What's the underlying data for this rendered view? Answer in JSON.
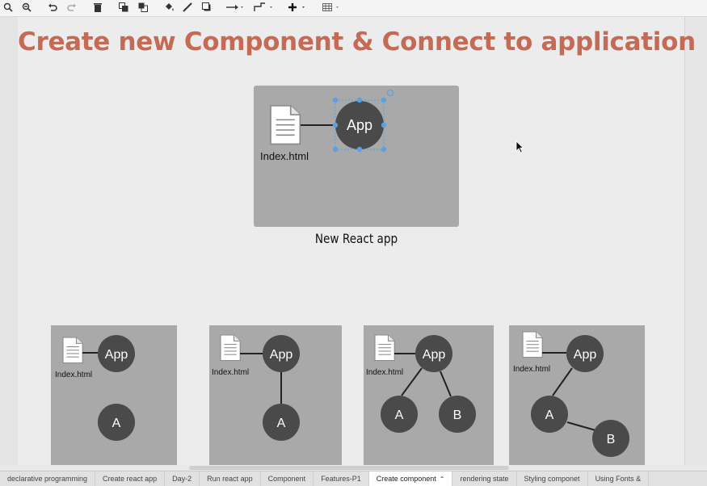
{
  "toolbar": {
    "tools": [
      {
        "name": "zoom-in-icon"
      },
      {
        "name": "zoom-out-icon"
      },
      {
        "name": "undo-icon"
      },
      {
        "name": "redo-icon"
      },
      {
        "name": "delete-icon"
      },
      {
        "name": "to-front-icon"
      },
      {
        "name": "to-back-icon"
      },
      {
        "name": "fill-color-icon"
      },
      {
        "name": "line-color-icon"
      },
      {
        "name": "shadow-icon"
      },
      {
        "name": "connection-icon"
      },
      {
        "name": "waypoints-icon"
      },
      {
        "name": "insert-icon"
      },
      {
        "name": "table-icon"
      }
    ]
  },
  "slide": {
    "title": "Create new Component & Connect to application",
    "accent_color": "#c56a55"
  },
  "main_diagram": {
    "file_label": "Index.html",
    "app_label": "App",
    "caption": "New React app"
  },
  "small_diagrams": [
    {
      "file_label": "Index.html",
      "app_label": "App",
      "nodes": [
        "A"
      ]
    },
    {
      "file_label": "Index.html",
      "app_label": "App",
      "nodes": [
        "A"
      ]
    },
    {
      "file_label": "Index.html",
      "app_label": "App",
      "nodes": [
        "A",
        "B"
      ]
    },
    {
      "file_label": "Index.html",
      "app_label": "App",
      "nodes": [
        "A",
        "B"
      ]
    }
  ],
  "tabs": [
    {
      "label": "declarative programming"
    },
    {
      "label": "Create react app"
    },
    {
      "label": "Day-2"
    },
    {
      "label": "Run react app"
    },
    {
      "label": "Component"
    },
    {
      "label": "Features-P1"
    },
    {
      "label": "Create component",
      "active": true
    },
    {
      "label": "rendering state"
    },
    {
      "label": "Styling componet"
    },
    {
      "label": "Using Fonts &"
    }
  ],
  "colors": {
    "panel_fill": "#a9a9a9",
    "node_fill": "#4a4a4a",
    "selection": "#5aa0e6"
  }
}
